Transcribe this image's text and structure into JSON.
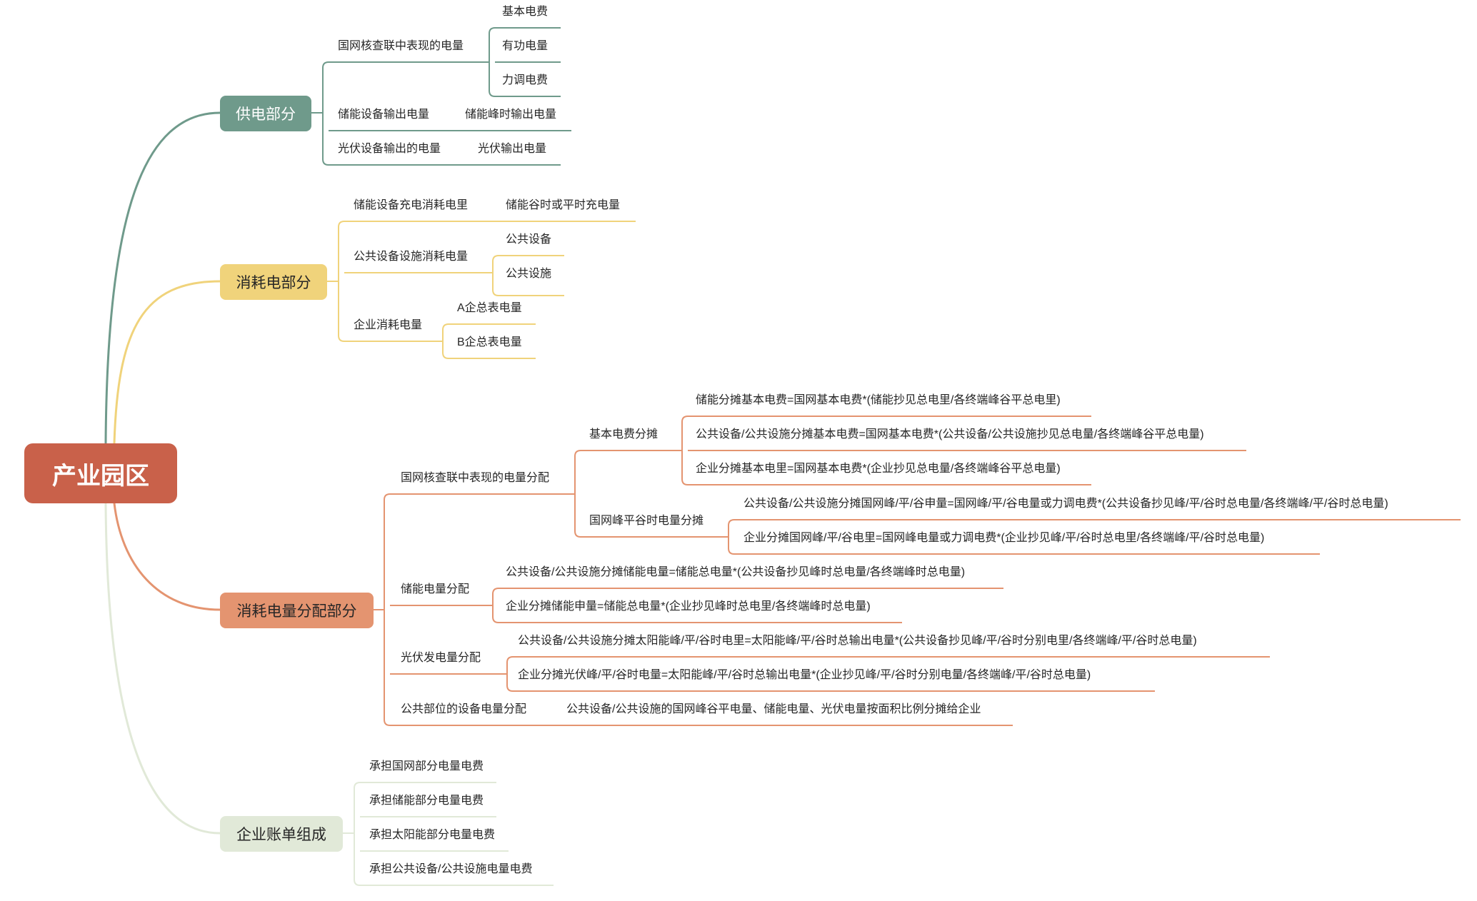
{
  "root": "产业园区",
  "colors": {
    "root": "#c9614a",
    "supply": "#6f9a8b",
    "consume": "#f0d37b",
    "allocation": "#e49470",
    "bill": "#e1e9d8"
  },
  "supply": {
    "label": "供电部分",
    "grid": {
      "label": "国网核查联中表现的电量",
      "items": [
        "基本电费",
        "有功电量",
        "力调电费"
      ]
    },
    "storage": {
      "label": "储能设备输出电量",
      "items": [
        "储能峰时输出电量"
      ]
    },
    "pv": {
      "label": "光伏设备输出的电量",
      "items": [
        "光伏输出电量"
      ]
    }
  },
  "consume": {
    "label": "消耗电部分",
    "storage": {
      "label": "储能设备充电消耗电里",
      "items": [
        "储能谷时或平时充电量"
      ]
    },
    "public": {
      "label": "公共设备设施消耗电量",
      "items": [
        "公共设备",
        "公共设施"
      ]
    },
    "enterprise": {
      "label": "企业消耗电量",
      "items": [
        "A企总表电量",
        "B企总表电量"
      ]
    }
  },
  "allocation": {
    "label": "消耗电量分配部分",
    "grid": {
      "label": "国网核查联中表现的电量分配",
      "basic": {
        "label": "基本电费分摊",
        "items": [
          "储能分摊基本电费=国网基本电费*(储能抄见总电里/各终端峰谷平总电里)",
          "公共设备/公共设施分摊基本电费=国网基本电费*(公共设备/公共设施抄见总电量/各终端峰谷平总电量)",
          "企业分摊基本电里=国网基本电费*(企业抄见总电量/各终端峰谷平总电量)"
        ]
      },
      "peak": {
        "label": "国网峰平谷时电量分摊",
        "items": [
          "公共设备/公共设施分摊国网峰/平/谷申量=国网峰/平/谷电量或力调电费*(公共设备抄见峰/平/谷时总电量/各终端峰/平/谷时总电量)",
          "企业分摊国网峰/平/谷电里=国网峰电量或力调电费*(企业抄见峰/平/谷时总电里/各终端峰/平/谷时总电量)"
        ]
      }
    },
    "storage": {
      "label": "储能电量分配",
      "items": [
        "公共设备/公共设施分摊储能电量=储能总电量*(公共设备抄见峰时总电量/各终端峰时总电量)",
        "企业分摊储能申量=储能总电量*(企业抄见峰时总电里/各终端峰时总电量)"
      ]
    },
    "pv": {
      "label": "光伏发电量分配",
      "items": [
        "公共设备/公共设施分摊太阳能峰/平/谷时电里=太阳能峰/平/谷时总输出电量*(公共设备抄见峰/平/谷时分别电里/各终端峰/平/谷时总电量)",
        "企业分摊光伏峰/平/谷时电量=太阳能峰/平/谷时总输出电量*(企业抄见峰/平/谷时分别电量/各终端峰/平/谷时总电量)"
      ]
    },
    "public": {
      "label": "公共部位的设备电量分配",
      "items": [
        "公共设备/公共设施的国网峰谷平电量、储能电量、光伏电量按面积比例分摊给企业"
      ]
    }
  },
  "bill": {
    "label": "企业账单组成",
    "items": [
      "承担国网部分电量电费",
      "承担储能部分电量电费",
      "承担太阳能部分电量电费",
      "承担公共设备/公共设施电量电费"
    ]
  }
}
